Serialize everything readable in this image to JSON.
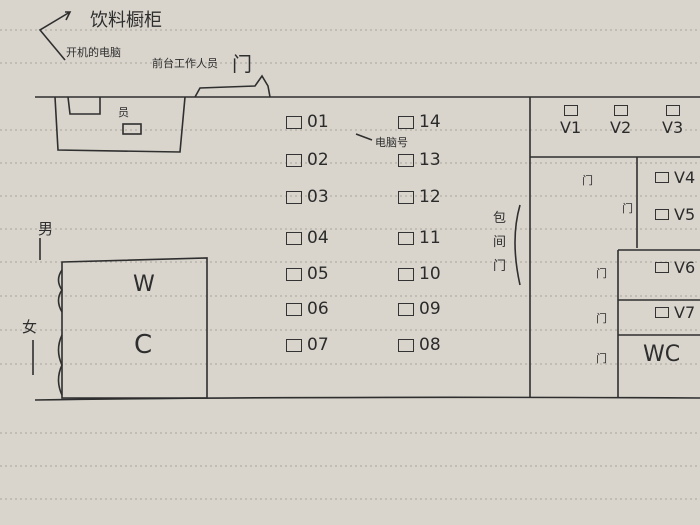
{
  "labels": {
    "drink_cabinet": "饮料橱柜",
    "powered_on_computer": "开机的电脑",
    "front_desk_staff": "前台工作人员",
    "staff_mark": "员",
    "main_door": "门",
    "computer_number": "电脑号",
    "private_room_door": "包间门",
    "male": "男",
    "female": "女",
    "restroom_w": "W",
    "restroom_c": "C",
    "door": "门",
    "wc": "WC"
  },
  "computers": {
    "left_column": [
      "01",
      "02",
      "03",
      "04",
      "05",
      "06",
      "07"
    ],
    "right_column": [
      "14",
      "13",
      "12",
      "11",
      "10",
      "09",
      "08"
    ]
  },
  "vip_rooms": [
    "V1",
    "V2",
    "V3",
    "V4",
    "V5",
    "V6",
    "V7"
  ]
}
